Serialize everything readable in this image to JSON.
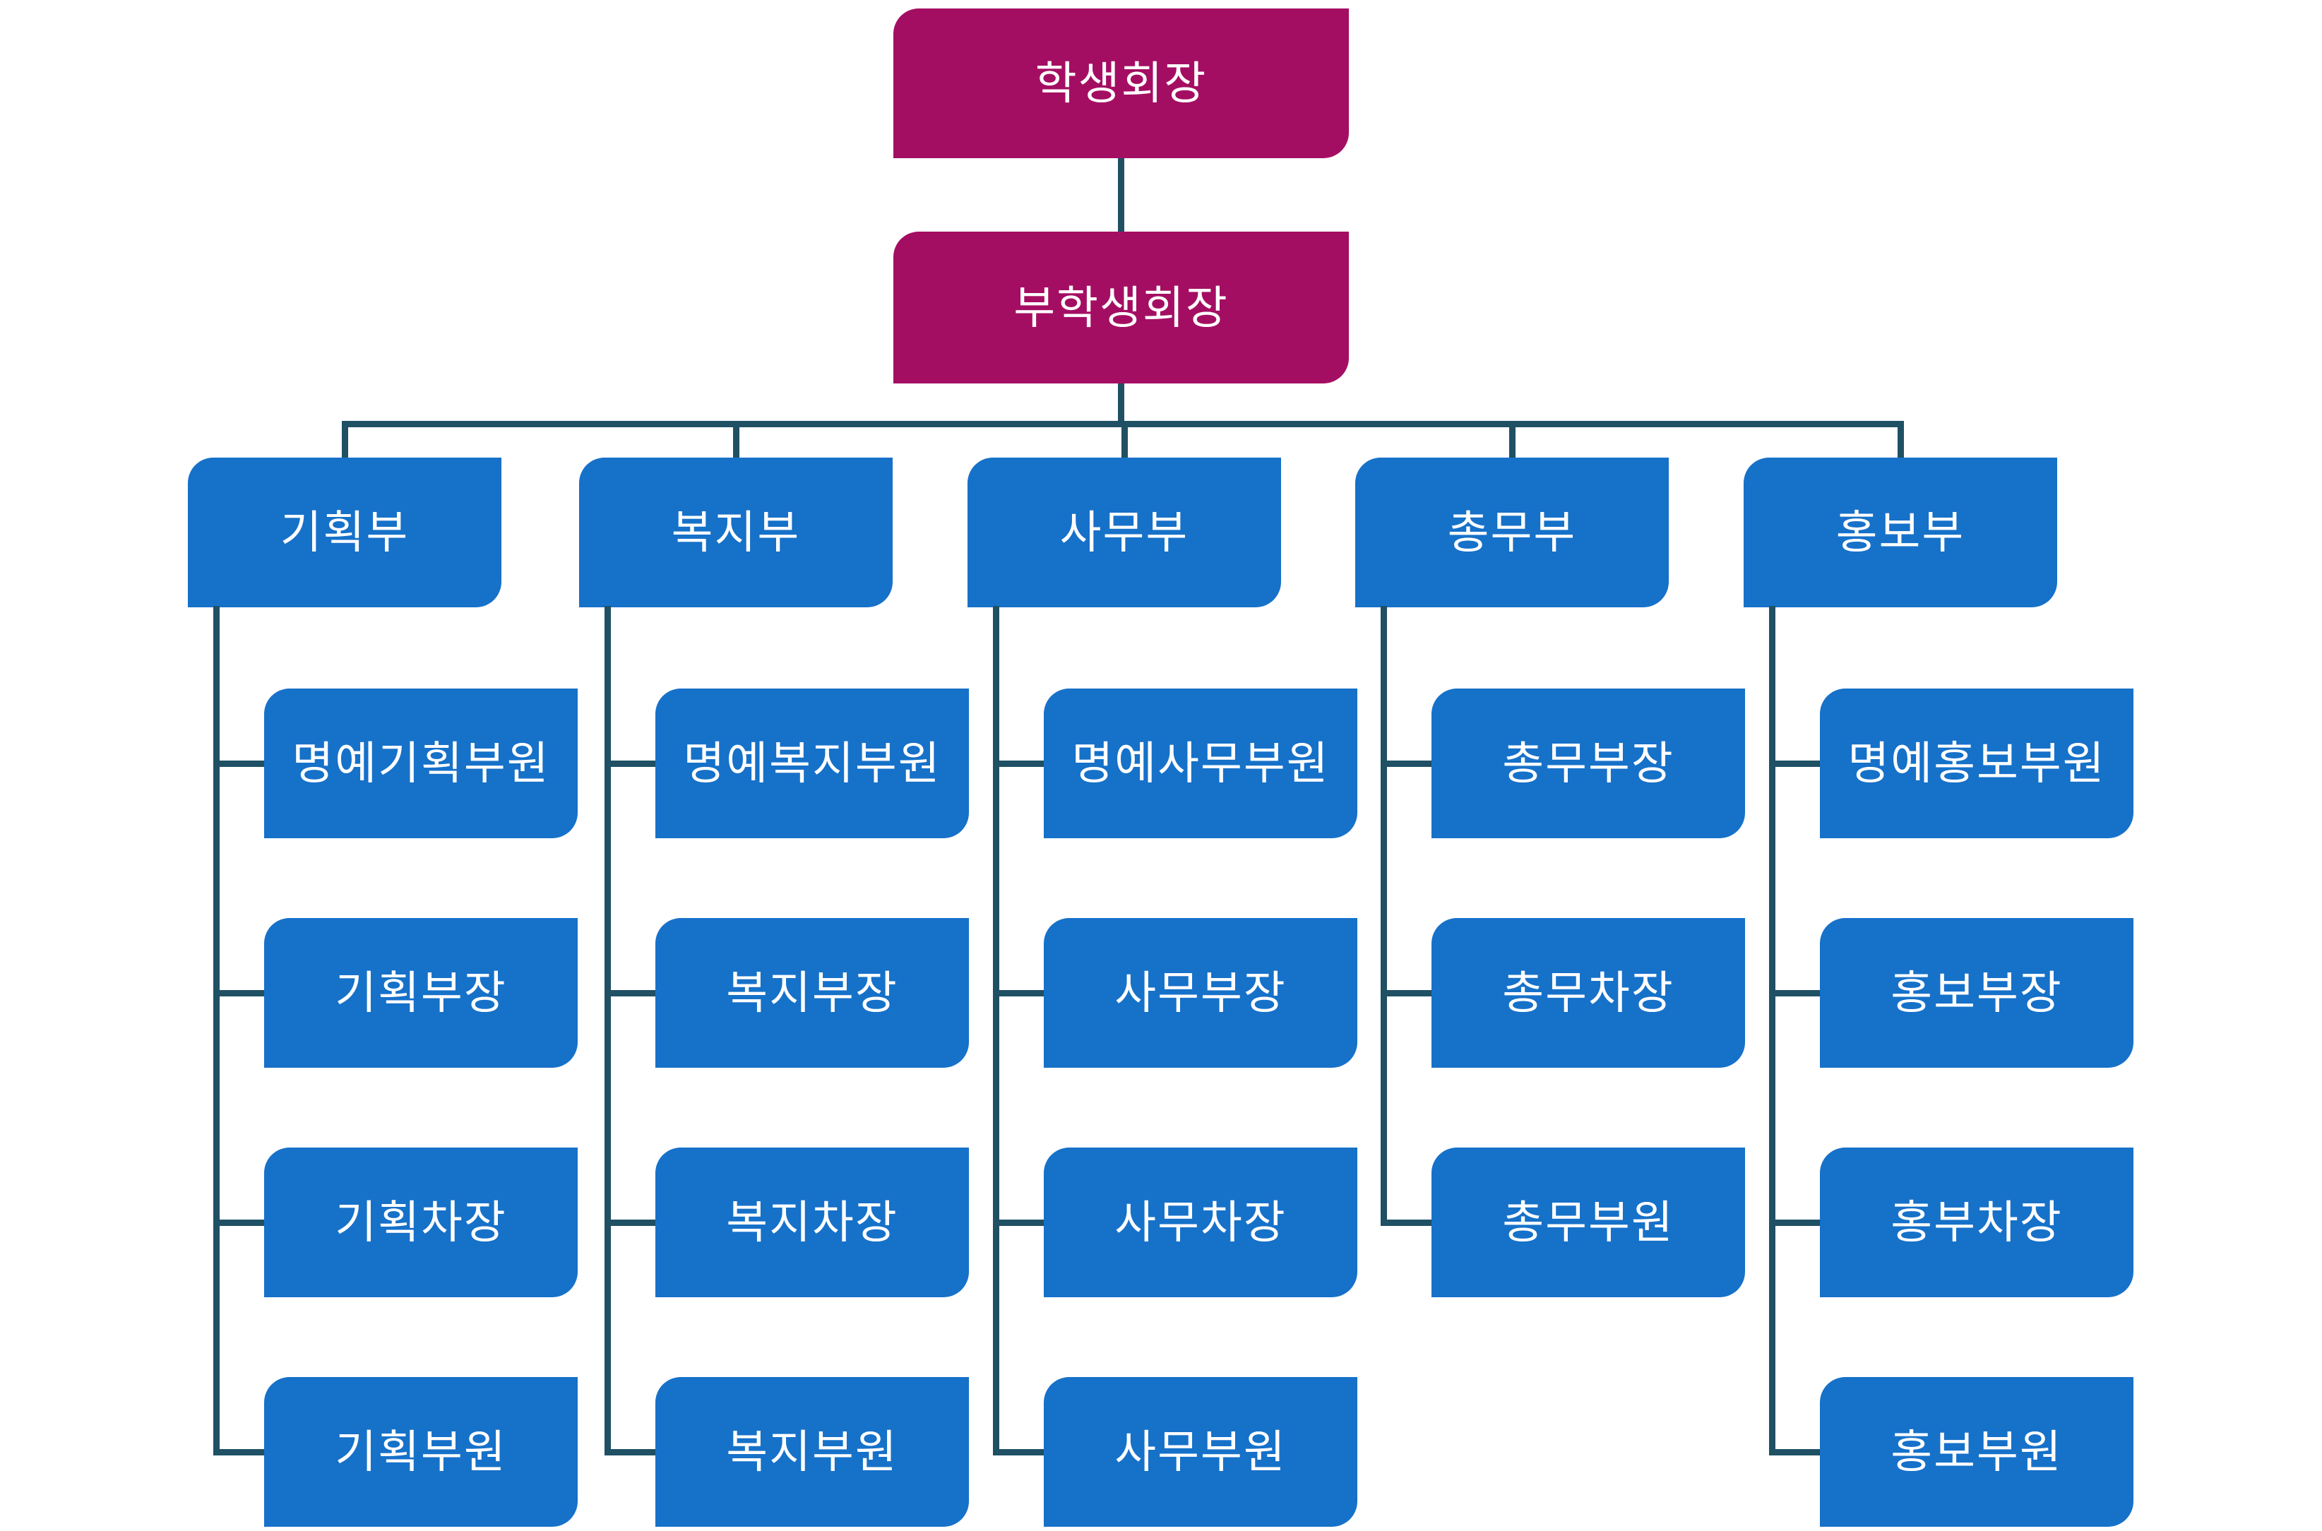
{
  "org": {
    "president": "학생회장",
    "vice_president": "부학생회장",
    "departments": [
      {
        "name": "기획부",
        "members": [
          "명예기획부원",
          "기획부장",
          "기획차장",
          "기획부원"
        ]
      },
      {
        "name": "복지부",
        "members": [
          "명예복지부원",
          "복지부장",
          "복지차장",
          "복지부원"
        ]
      },
      {
        "name": "사무부",
        "members": [
          "명예사무부원",
          "사무부장",
          "사무차장",
          "사무부원"
        ]
      },
      {
        "name": "총무부",
        "members": [
          "총무부장",
          "총무차장",
          "총무부원"
        ]
      },
      {
        "name": "홍보부",
        "members": [
          "명예홍보부원",
          "홍보부장",
          "홍부차장",
          "홍보부원"
        ]
      }
    ]
  },
  "colors": {
    "executive_box": "#a40e62",
    "department_box": "#1671c9",
    "connector_line": "#1f5064",
    "box_text": "#ffffff",
    "background": "#ffffff"
  }
}
